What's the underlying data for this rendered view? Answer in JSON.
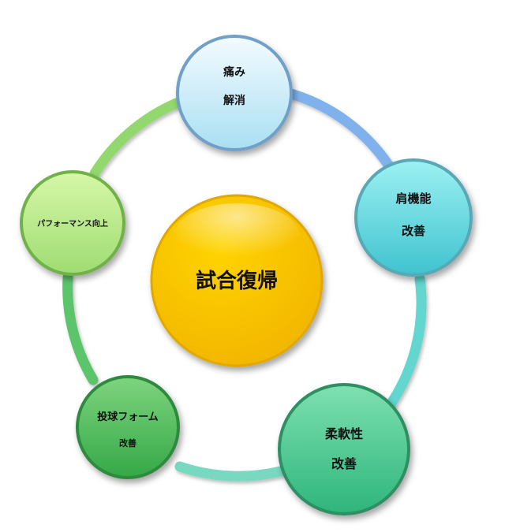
{
  "diagram": {
    "center": {
      "label": "試合復帰",
      "color_top": "#ffd400",
      "color_bottom": "#f2b500"
    },
    "nodes": [
      {
        "id": "pain",
        "lines": [
          "痛み",
          "解消"
        ],
        "color_top": "#f4fbff",
        "color_bottom": "#a9dff2"
      },
      {
        "id": "shoulder",
        "lines": [
          "肩機能",
          "改善"
        ],
        "color_top": "#9cf1f2",
        "color_bottom": "#3fc3cf"
      },
      {
        "id": "flexibility",
        "lines": [
          "柔軟性",
          "改善"
        ],
        "color_top": "#7ee0b0",
        "color_bottom": "#2eb57c"
      },
      {
        "id": "form",
        "lines": [
          "投球フォーム",
          "改善"
        ],
        "color_top": "#7ed47e",
        "color_bottom": "#34a848"
      },
      {
        "id": "performance",
        "lines": [
          "パフォーマンス向上"
        ],
        "color_top": "#d6f7a8",
        "color_bottom": "#9fdc72"
      }
    ],
    "ring_colors": {
      "pain_shoulder": "#7fb2ec",
      "shoulder_flexibility": "#63d6d0",
      "flexibility_form": "#79d8c0",
      "form_performance": "#5cc46a",
      "performance_pain": "#92d86e"
    }
  }
}
